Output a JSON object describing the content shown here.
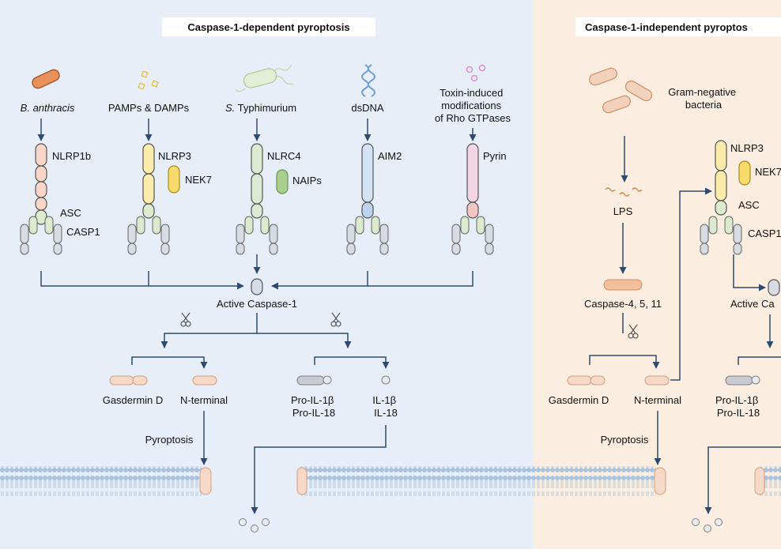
{
  "left_panel": {
    "title": "Caspase-1-dependent pyroptosis",
    "triggers": {
      "anthracis": {
        "genus": "B.",
        "species": "anthracis"
      },
      "pamps": "PAMPs & DAMPs",
      "typhimurium": {
        "genus": "S.",
        "species": "Typhimurium"
      },
      "dsdna": "dsDNA",
      "toxin": [
        "Toxin-induced",
        "modifications",
        "of Rho GTPases"
      ]
    },
    "sensors": {
      "nlrp1b": "NLRP1b",
      "asc": "ASC",
      "casp1": "CASP1",
      "nlrp3": "NLRP3",
      "nek7": "NEK7",
      "nlrc4": "NLRC4",
      "naips": "NAIPs",
      "aim2": "AIM2",
      "pyrin": "Pyrin"
    },
    "active_caspase": "Active Caspase-1",
    "gasdermin": "Gasdermin D",
    "n_terminal": "N-terminal",
    "pro_il": [
      "Pro-IL-1β",
      "Pro-IL-18"
    ],
    "il": [
      "IL-1β",
      "IL-18"
    ],
    "pyroptosis": "Pyroptosis"
  },
  "right_panel": {
    "title": "Caspase-1-independent pyroptos",
    "bacteria": [
      "Gram-negative",
      "bacteria"
    ],
    "lps": "LPS",
    "caspase": "Caspase-4, 5, 11",
    "nlrp3": "NLRP3",
    "nek": "NEK7",
    "asc": "ASC",
    "casp": "CASP1",
    "active": "Active Ca",
    "gasdermin": "Gasdermin D",
    "n_terminal": "N-terminal",
    "pro_il": [
      "Pro-IL-1β",
      "Pro-IL-18"
    ],
    "pyroptosis": "Pyroptosis"
  },
  "colors": {
    "left_bg": "#e7eef8",
    "right_bg": "#fbeee0",
    "arrow": "#2f4a6b",
    "nlrp1b": "#f7d6c8",
    "nlrp3": "#fbecab",
    "nlrc4": "#dcebd0",
    "aim2": "#d3e2f4",
    "pyrin": "#f3d6e4",
    "asc": "#d9e8cf",
    "casp": "#d7dbe2",
    "lipid": "#b7cfe6",
    "gasdermin": "#f6d9c6",
    "pro_il": "#c8cbcf"
  }
}
